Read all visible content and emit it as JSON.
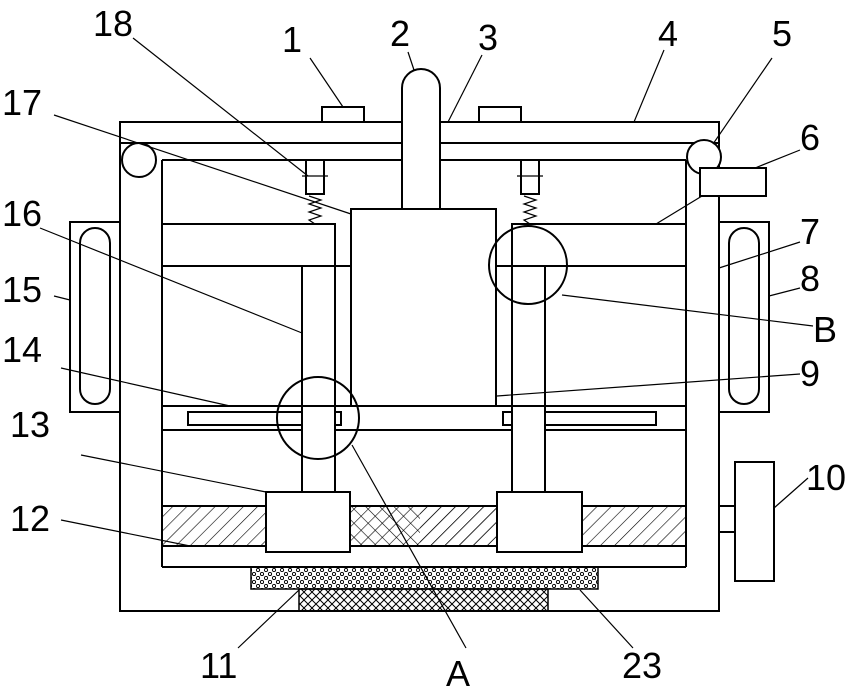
{
  "labels": {
    "l1": "1",
    "l2": "2",
    "l3": "3",
    "l4": "4",
    "l5": "5",
    "l6": "6",
    "l7": "7",
    "l8": "8",
    "l9": "9",
    "l10": "10",
    "l11": "11",
    "l12": "12",
    "l13": "13",
    "l14": "14",
    "l15": "15",
    "l16": "16",
    "l17": "17",
    "l18": "18",
    "l23": "23",
    "lA": "A",
    "lB": "B"
  }
}
